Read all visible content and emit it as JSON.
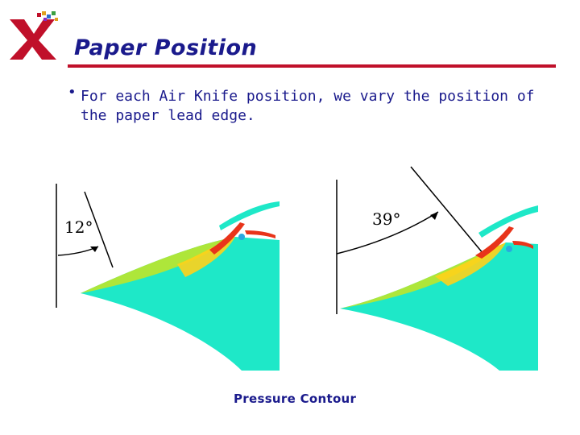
{
  "slide": {
    "title": "Paper Position",
    "bullet_text": "For each Air Knife position, we vary the position of the paper lead edge.",
    "caption": "Pressure Contour"
  },
  "panels": [
    {
      "angle_label": "12°"
    },
    {
      "angle_label": "39°"
    }
  ],
  "colors": {
    "title": "#1a1a8c",
    "rule": "#c0102a",
    "contour_fill": "#1ee8c8",
    "contour_edge": "#aee63a",
    "jet": "#e8341a"
  }
}
